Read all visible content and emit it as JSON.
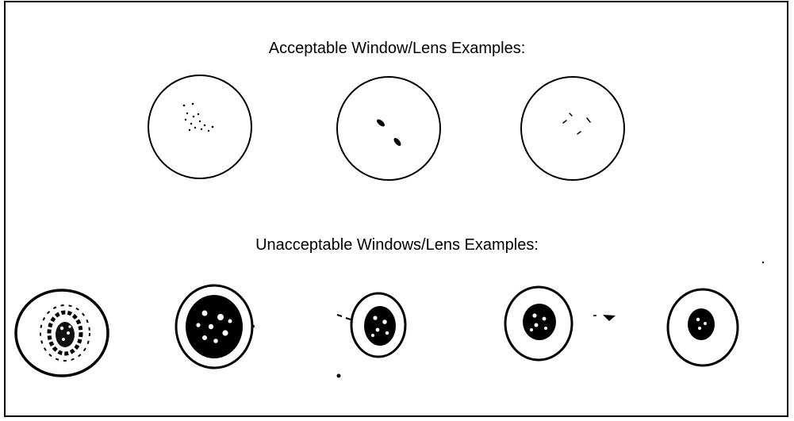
{
  "headings": {
    "acceptable": "Acceptable Window/Lens Examples:",
    "unacceptable": "Unacceptable Windows/Lens Examples:"
  },
  "acceptable_examples": [
    {
      "id": "acceptable-1",
      "defect": "scattered small specks"
    },
    {
      "id": "acceptable-2",
      "defect": "two small dark spots"
    },
    {
      "id": "acceptable-3",
      "defect": "few small scratches"
    }
  ],
  "unacceptable_examples": [
    {
      "id": "unacceptable-1",
      "defect": "heavy speckled contamination"
    },
    {
      "id": "unacceptable-2",
      "defect": "dense dark contamination"
    },
    {
      "id": "unacceptable-3",
      "defect": "speckled contamination"
    },
    {
      "id": "unacceptable-4",
      "defect": "speckled contamination"
    },
    {
      "id": "unacceptable-5",
      "defect": "speckled contamination"
    }
  ]
}
